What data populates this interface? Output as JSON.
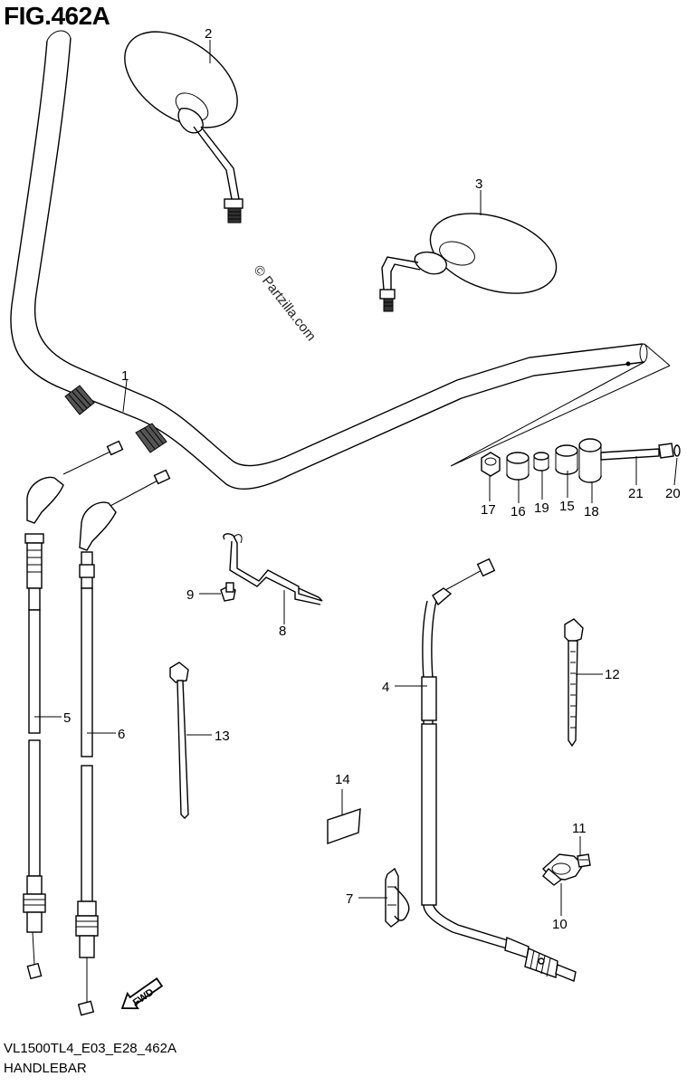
{
  "figure": {
    "title": "FIG.462A",
    "code": "VL1500TL4_E03_E28_462A",
    "name": "HANDLEBAR",
    "watermark": "© Partzilla.com",
    "fwd_label": "FWD"
  },
  "callouts": [
    {
      "id": "1",
      "label": "1"
    },
    {
      "id": "2",
      "label": "2"
    },
    {
      "id": "3",
      "label": "3"
    },
    {
      "id": "4",
      "label": "4"
    },
    {
      "id": "5",
      "label": "5"
    },
    {
      "id": "6",
      "label": "6"
    },
    {
      "id": "7",
      "label": "7"
    },
    {
      "id": "8",
      "label": "8"
    },
    {
      "id": "9",
      "label": "9"
    },
    {
      "id": "10",
      "label": "10"
    },
    {
      "id": "11",
      "label": "11"
    },
    {
      "id": "12",
      "label": "12"
    },
    {
      "id": "13",
      "label": "13"
    },
    {
      "id": "14",
      "label": "14"
    },
    {
      "id": "15",
      "label": "15"
    },
    {
      "id": "16",
      "label": "16"
    },
    {
      "id": "17",
      "label": "17"
    },
    {
      "id": "18",
      "label": "18"
    },
    {
      "id": "19",
      "label": "19"
    },
    {
      "id": "20",
      "label": "20"
    },
    {
      "id": "21",
      "label": "21"
    }
  ]
}
